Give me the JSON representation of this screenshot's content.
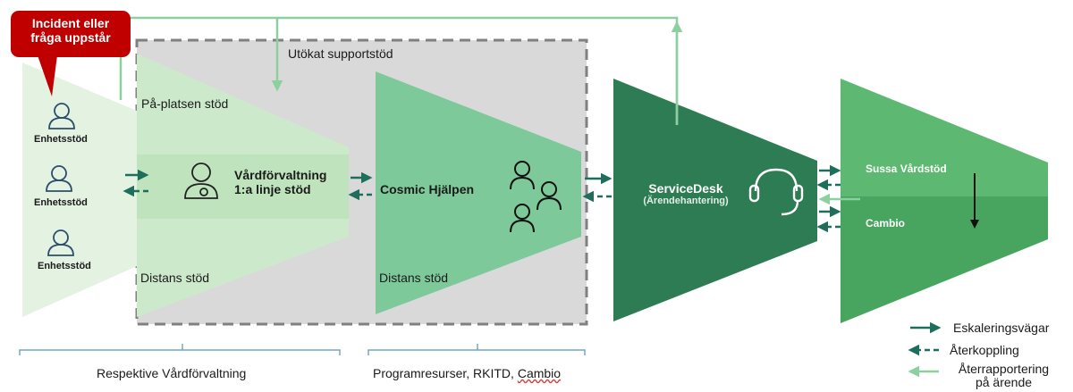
{
  "callout": {
    "line1": "Incident eller",
    "line2": "fråga uppstår",
    "color": "#c00000"
  },
  "units": {
    "label_1": "Enhetsstöd",
    "label_2": "Enhetsstöd",
    "label_3": "Enhetsstöd",
    "icon": "person-outline-icon"
  },
  "extended_support": {
    "title": "Utökat supportstöd"
  },
  "onsite": {
    "label": "På-platsen stöd"
  },
  "remote_left": {
    "label": "Distans stöd"
  },
  "vardforvaltning": {
    "line1": "Vårdförvaltning",
    "line2": "1:a linje stöd",
    "icon": "person-headset-icon"
  },
  "cosmic": {
    "title": "Cosmic Hjälpen",
    "remote_label": "Distans stöd",
    "icon": "group-people-icon"
  },
  "servicedesk": {
    "title": "ServiceDesk",
    "subtitle": "(Ärendehantering)",
    "icon": "headset-icon"
  },
  "vendors": {
    "sussa": "Sussa Vårdstöd",
    "cambio": "Cambio"
  },
  "brackets": {
    "left": "Respektive Vårdförvaltning",
    "middle_part1": "Programresurser, RKITD, ",
    "middle_part2": "Cambio"
  },
  "legend": {
    "escalation": "Eskaleringsvägar",
    "feedback": "Återkoppling",
    "reporting_line1": "Återrapportering",
    "reporting_line2": "på ärende"
  },
  "colors": {
    "pale_green": "#dcefd9",
    "light_green": "#bfe4bd",
    "mid_green": "#7dc99a",
    "bright_green": "#5db872",
    "dark_green": "#2e7c54",
    "teal_arrow": "#1f6e5c",
    "light_arrow": "#8dd0a0",
    "grey_box": "#d9d9d9"
  }
}
